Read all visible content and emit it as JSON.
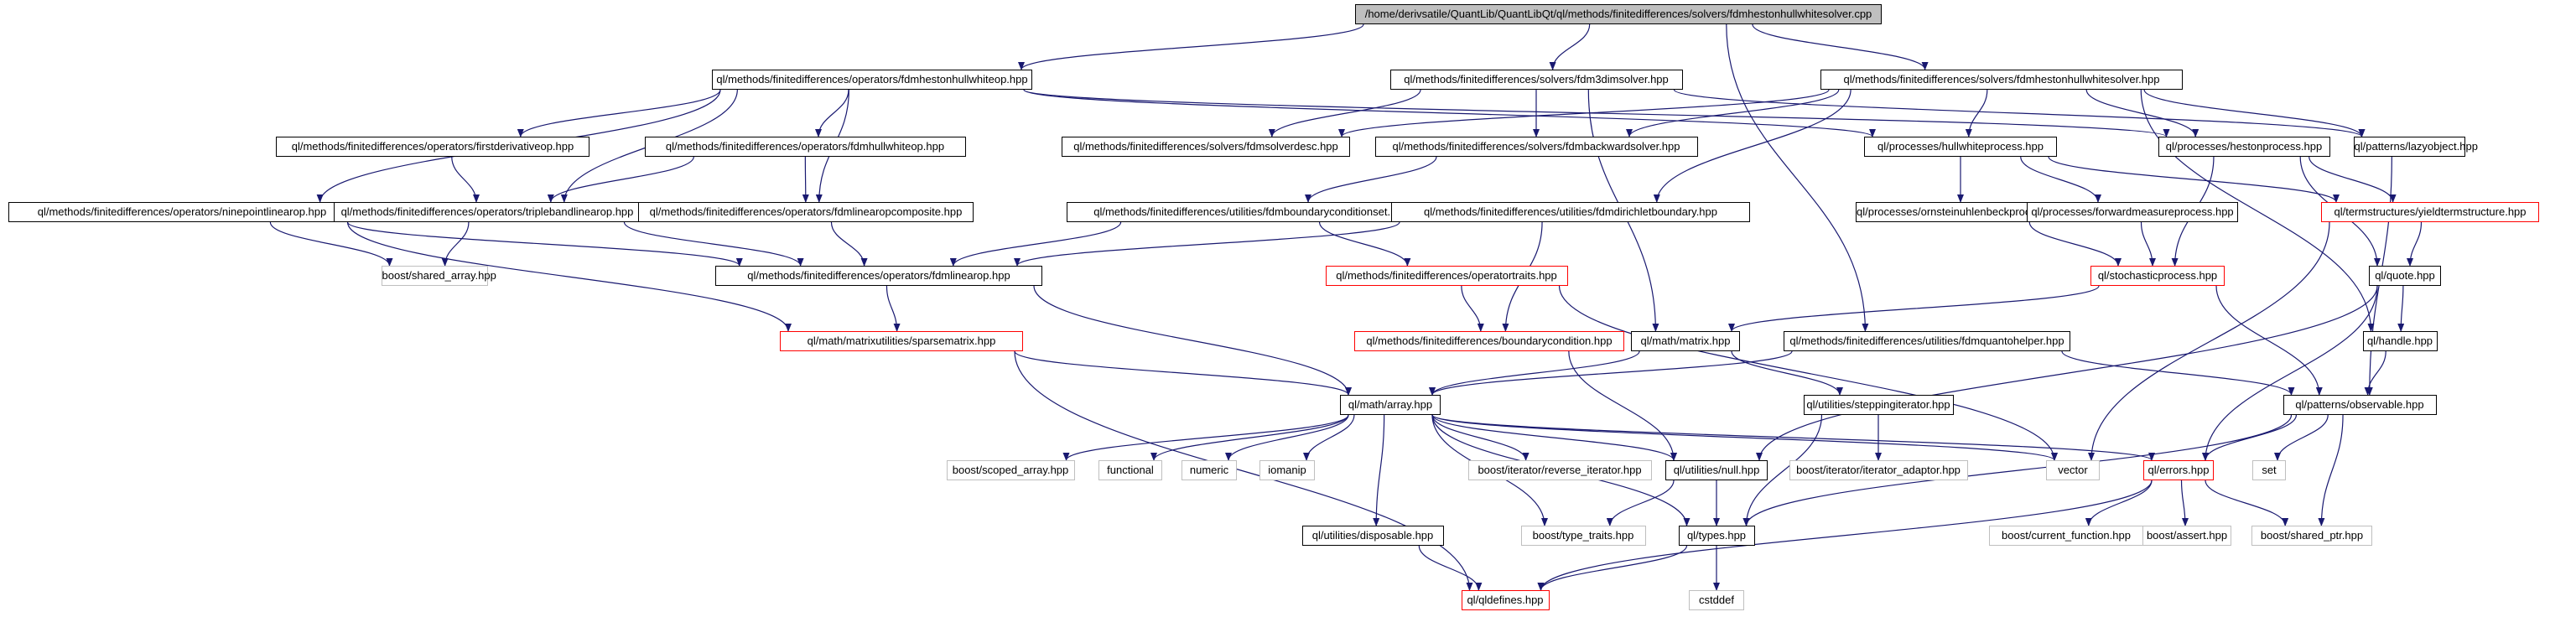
{
  "title": "/home/derivsatile/QuantLib/QuantLibQt/ql/methods/finitedifferences/solvers/fdmhestonhullwhitesolver.cpp",
  "colors": {
    "edge": "#191970",
    "root_fill": "#bfbfbf",
    "node_border": "#000000",
    "incomplete_border": "#ff0000",
    "external_border": "#bfbfbf"
  },
  "nodes": [
    {
      "id": "root",
      "label": "/home/derivsatile/QuantLib/QuantLibQt/ql/methods/finitedifferences/solvers/fdmhestonhullwhitesolver.cpp",
      "style": "root"
    },
    {
      "id": "hhwop",
      "label": "ql/methods/finitedifferences/operators/fdmhestonhullwhiteop.hpp",
      "style": "normal"
    },
    {
      "id": "fdm3d",
      "label": "ql/methods/finitedifferences/solvers/fdm3dimsolver.hpp",
      "style": "normal"
    },
    {
      "id": "hhwsolver",
      "label": "ql/methods/finitedifferences/solvers/fdmhestonhullwhitesolver.hpp",
      "style": "normal"
    },
    {
      "id": "firstder",
      "label": "ql/methods/finitedifferences/operators/firstderivativeop.hpp",
      "style": "normal"
    },
    {
      "id": "hwop",
      "label": "ql/methods/finitedifferences/operators/fdmhullwhiteop.hpp",
      "style": "normal"
    },
    {
      "id": "solverdesc",
      "label": "ql/methods/finitedifferences/solvers/fdmsolverdesc.hpp",
      "style": "normal"
    },
    {
      "id": "backward",
      "label": "ql/methods/finitedifferences/solvers/fdmbackwardsolver.hpp",
      "style": "normal"
    },
    {
      "id": "hwprocess",
      "label": "ql/processes/hullwhiteprocess.hpp",
      "style": "normal"
    },
    {
      "id": "hestonprocess",
      "label": "ql/processes/hestonprocess.hpp",
      "style": "normal"
    },
    {
      "id": "lazyobject",
      "label": "ql/patterns/lazyobject.hpp",
      "style": "normal"
    },
    {
      "id": "ninepoint",
      "label": "ql/methods/finitedifferences/operators/ninepointlinearop.hpp",
      "style": "normal"
    },
    {
      "id": "tripleband",
      "label": "ql/methods/finitedifferences/operators/triplebandlinearop.hpp",
      "style": "normal"
    },
    {
      "id": "opcomposite",
      "label": "ql/methods/finitedifferences/operators/fdmlinearopcomposite.hpp",
      "style": "normal"
    },
    {
      "id": "bcset",
      "label": "ql/methods/finitedifferences/utilities/fdmboundaryconditionset.hpp",
      "style": "normal"
    },
    {
      "id": "dirichlet",
      "label": "ql/methods/finitedifferences/utilities/fdmdirichletboundary.hpp",
      "style": "normal"
    },
    {
      "id": "ou",
      "label": "ql/processes/ornsteinuhlenbeckprocess.hpp",
      "style": "normal"
    },
    {
      "id": "fwdmeasure",
      "label": "ql/processes/forwardmeasureprocess.hpp",
      "style": "normal"
    },
    {
      "id": "yieldts",
      "label": "ql/termstructures/yieldtermstructure.hpp",
      "style": "red"
    },
    {
      "id": "sharedarray",
      "label": "boost/shared_array.hpp",
      "style": "gray"
    },
    {
      "id": "linearop",
      "label": "ql/methods/finitedifferences/operators/fdmlinearop.hpp",
      "style": "normal"
    },
    {
      "id": "optraits",
      "label": "ql/methods/finitedifferences/operatortraits.hpp",
      "style": "red"
    },
    {
      "id": "stochastic",
      "label": "ql/stochasticprocess.hpp",
      "style": "red"
    },
    {
      "id": "quote",
      "label": "ql/quote.hpp",
      "style": "normal"
    },
    {
      "id": "sparse",
      "label": "ql/math/matrixutilities/sparsematrix.hpp",
      "style": "red"
    },
    {
      "id": "bc",
      "label": "ql/methods/finitedifferences/boundarycondition.hpp",
      "style": "red"
    },
    {
      "id": "matrix",
      "label": "ql/math/matrix.hpp",
      "style": "normal"
    },
    {
      "id": "quanto",
      "label": "ql/methods/finitedifferences/utilities/fdmquantohelper.hpp",
      "style": "normal"
    },
    {
      "id": "handle",
      "label": "ql/handle.hpp",
      "style": "normal"
    },
    {
      "id": "array",
      "label": "ql/math/array.hpp",
      "style": "normal"
    },
    {
      "id": "stepiter",
      "label": "ql/utilities/steppingiterator.hpp",
      "style": "normal"
    },
    {
      "id": "observable",
      "label": "ql/patterns/observable.hpp",
      "style": "normal"
    },
    {
      "id": "scopedarray",
      "label": "boost/scoped_array.hpp",
      "style": "gray"
    },
    {
      "id": "functional",
      "label": "functional",
      "style": "gray"
    },
    {
      "id": "numeric",
      "label": "numeric",
      "style": "gray"
    },
    {
      "id": "iomanip",
      "label": "iomanip",
      "style": "gray"
    },
    {
      "id": "reviter",
      "label": "boost/iterator/reverse_iterator.hpp",
      "style": "gray"
    },
    {
      "id": "null",
      "label": "ql/utilities/null.hpp",
      "style": "normal"
    },
    {
      "id": "iteradaptor",
      "label": "boost/iterator/iterator_adaptor.hpp",
      "style": "gray"
    },
    {
      "id": "vector",
      "label": "vector",
      "style": "gray"
    },
    {
      "id": "errors",
      "label": "ql/errors.hpp",
      "style": "red"
    },
    {
      "id": "set",
      "label": "set",
      "style": "gray"
    },
    {
      "id": "disposable",
      "label": "ql/utilities/disposable.hpp",
      "style": "normal"
    },
    {
      "id": "typetraits",
      "label": "boost/type_traits.hpp",
      "style": "gray"
    },
    {
      "id": "types",
      "label": "ql/types.hpp",
      "style": "normal"
    },
    {
      "id": "curfunc",
      "label": "boost/current_function.hpp",
      "style": "gray"
    },
    {
      "id": "assert",
      "label": "boost/assert.hpp",
      "style": "gray"
    },
    {
      "id": "sharedptr",
      "label": "boost/shared_ptr.hpp",
      "style": "gray"
    },
    {
      "id": "qldefines",
      "label": "ql/qldefines.hpp",
      "style": "red"
    },
    {
      "id": "cstddef",
      "label": "cstddef",
      "style": "gray"
    }
  ],
  "edges": [
    [
      "root",
      "hhwop"
    ],
    [
      "root",
      "fdm3d"
    ],
    [
      "root",
      "hhwsolver"
    ],
    [
      "root",
      "quanto"
    ],
    [
      "hhwop",
      "ninepoint"
    ],
    [
      "hhwop",
      "firstder"
    ],
    [
      "hhwop",
      "hwop"
    ],
    [
      "hhwop",
      "tripleband"
    ],
    [
      "hhwop",
      "opcomposite"
    ],
    [
      "hhwop",
      "hestonprocess"
    ],
    [
      "hhwop",
      "hwprocess"
    ],
    [
      "fdm3d",
      "solverdesc"
    ],
    [
      "fdm3d",
      "backward"
    ],
    [
      "fdm3d",
      "lazyobject"
    ],
    [
      "fdm3d",
      "matrix"
    ],
    [
      "hhwsolver",
      "solverdesc"
    ],
    [
      "hhwsolver",
      "backward"
    ],
    [
      "hhwsolver",
      "hwprocess"
    ],
    [
      "hhwsolver",
      "hestonprocess"
    ],
    [
      "hhwsolver",
      "lazyobject"
    ],
    [
      "hhwsolver",
      "dirichlet"
    ],
    [
      "hhwsolver",
      "handle"
    ],
    [
      "firstder",
      "tripleband"
    ],
    [
      "hwop",
      "tripleband"
    ],
    [
      "hwop",
      "opcomposite"
    ],
    [
      "backward",
      "bcset"
    ],
    [
      "hwprocess",
      "ou"
    ],
    [
      "hwprocess",
      "fwdmeasure"
    ],
    [
      "hwprocess",
      "yieldts"
    ],
    [
      "hestonprocess",
      "yieldts"
    ],
    [
      "hestonprocess",
      "stochastic"
    ],
    [
      "hestonprocess",
      "quote"
    ],
    [
      "lazyobject",
      "observable"
    ],
    [
      "ninepoint",
      "sharedarray"
    ],
    [
      "ninepoint",
      "linearop"
    ],
    [
      "ninepoint",
      "sparse"
    ],
    [
      "tripleband",
      "sharedarray"
    ],
    [
      "tripleband",
      "linearop"
    ],
    [
      "opcomposite",
      "linearop"
    ],
    [
      "bcset",
      "linearop"
    ],
    [
      "bcset",
      "optraits"
    ],
    [
      "dirichlet",
      "linearop"
    ],
    [
      "dirichlet",
      "bc"
    ],
    [
      "ou",
      "stochastic"
    ],
    [
      "fwdmeasure",
      "stochastic"
    ],
    [
      "yieldts",
      "quote"
    ],
    [
      "yieldts",
      "vector"
    ],
    [
      "linearop",
      "sparse"
    ],
    [
      "linearop",
      "array"
    ],
    [
      "optraits",
      "bc"
    ],
    [
      "optraits",
      "vector"
    ],
    [
      "stochastic",
      "matrix"
    ],
    [
      "stochastic",
      "observable"
    ],
    [
      "quote",
      "handle"
    ],
    [
      "quote",
      "errors"
    ],
    [
      "quote",
      "null"
    ],
    [
      "sparse",
      "array"
    ],
    [
      "sparse",
      "qldefines"
    ],
    [
      "bc",
      "null"
    ],
    [
      "matrix",
      "array"
    ],
    [
      "matrix",
      "stepiter"
    ],
    [
      "quanto",
      "array"
    ],
    [
      "quanto",
      "observable"
    ],
    [
      "handle",
      "observable"
    ],
    [
      "array",
      "scopedarray"
    ],
    [
      "array",
      "functional"
    ],
    [
      "array",
      "numeric"
    ],
    [
      "array",
      "iomanip"
    ],
    [
      "array",
      "reviter"
    ],
    [
      "array",
      "null"
    ],
    [
      "array",
      "vector"
    ],
    [
      "array",
      "errors"
    ],
    [
      "array",
      "disposable"
    ],
    [
      "array",
      "typetraits"
    ],
    [
      "array",
      "types"
    ],
    [
      "stepiter",
      "iteradaptor"
    ],
    [
      "stepiter",
      "types"
    ],
    [
      "observable",
      "errors"
    ],
    [
      "observable",
      "set"
    ],
    [
      "observable",
      "sharedptr"
    ],
    [
      "observable",
      "types"
    ],
    [
      "null",
      "typetraits"
    ],
    [
      "null",
      "types"
    ],
    [
      "errors",
      "curfunc"
    ],
    [
      "errors",
      "assert"
    ],
    [
      "errors",
      "sharedptr"
    ],
    [
      "errors",
      "qldefines"
    ],
    [
      "disposable",
      "qldefines"
    ],
    [
      "types",
      "qldefines"
    ],
    [
      "types",
      "cstddef"
    ]
  ]
}
